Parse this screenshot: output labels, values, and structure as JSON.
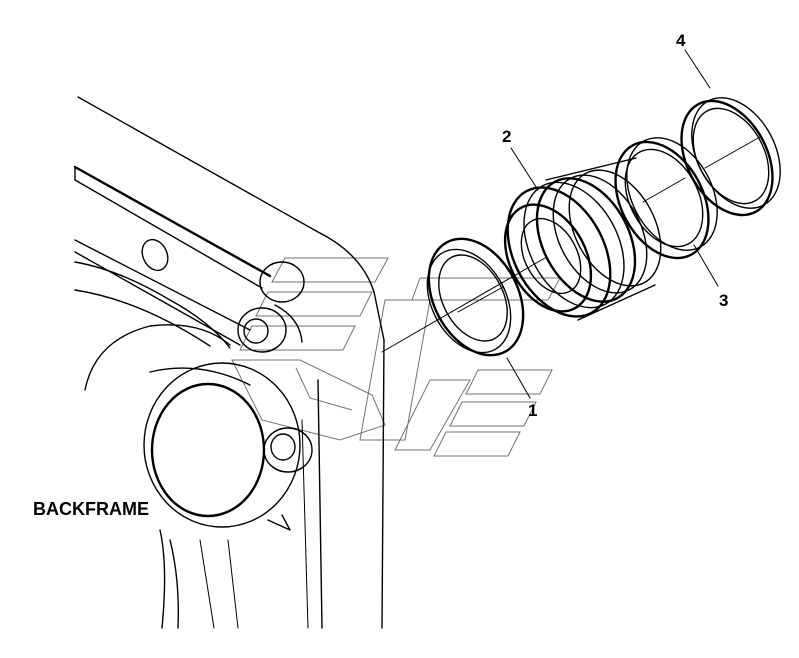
{
  "diagram": {
    "part_numbers": [
      "1",
      "2",
      "3",
      "4"
    ],
    "caption": "BACKFRAME"
  }
}
